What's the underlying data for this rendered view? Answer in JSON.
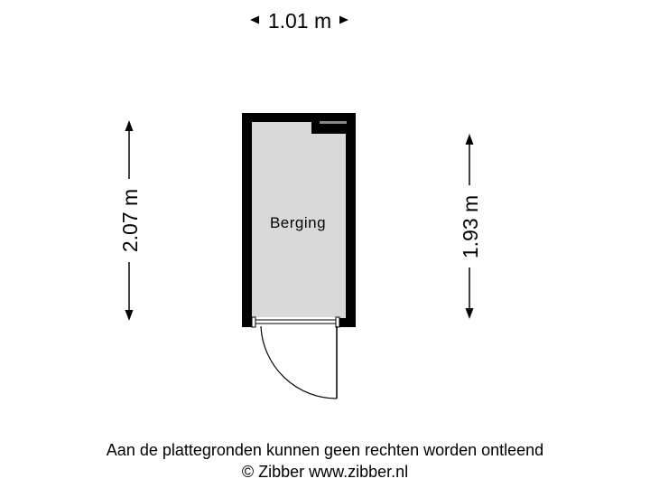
{
  "dimensions": {
    "top_width": "1.01 m",
    "left_height": "2.07 m",
    "right_height": "1.93 m"
  },
  "room": {
    "label": "Berging"
  },
  "footer": {
    "disclaimer": "Aan de plattegronden kunnen geen rechten worden ontleend",
    "copyright": "© Zibber www.zibber.nl"
  },
  "colors": {
    "wall": "#000000",
    "floor": "#d9d9d9",
    "background": "#ffffff"
  }
}
